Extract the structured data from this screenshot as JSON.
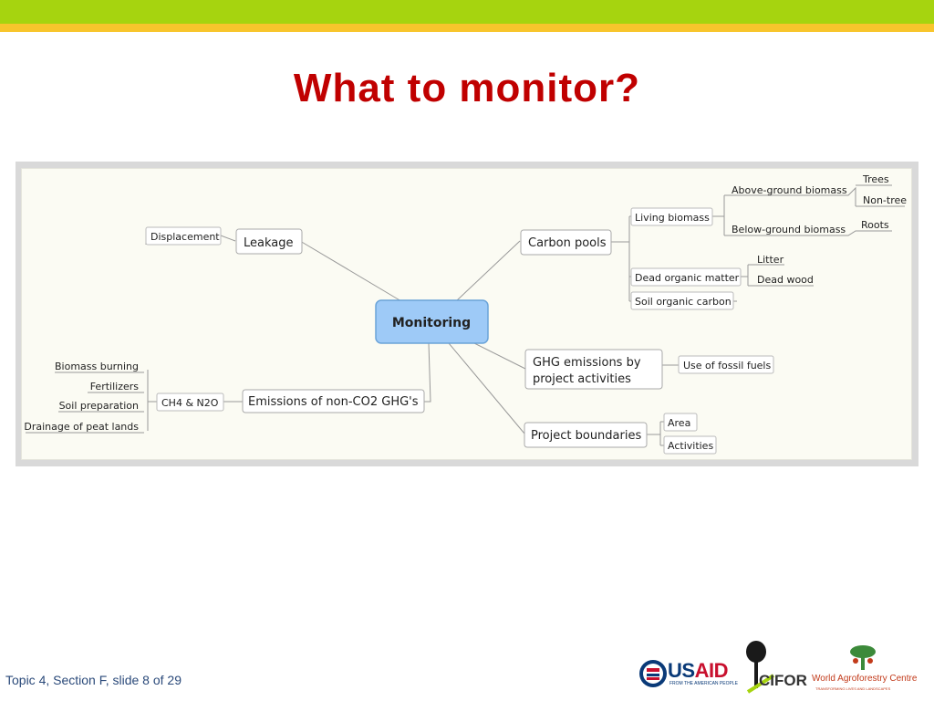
{
  "slide": {
    "title": "What to monitor?",
    "footer": "Topic 4, Section F, slide 8 of 29",
    "colors": {
      "title": "#c00000",
      "top_bar": "#a6d40f",
      "accent_bar": "#f8c52c",
      "central_node": "#9ecaf7"
    }
  },
  "mindmap": {
    "center": "Monitoring",
    "leakage": {
      "label": "Leakage",
      "child": "Displacement"
    },
    "carbon_pools": {
      "label": "Carbon pools",
      "living_biomass": "Living biomass",
      "above_ground": "Above-ground biomass",
      "trees": "Trees",
      "non_tree": "Non-tree",
      "below_ground": "Below-ground biomass",
      "roots": "Roots",
      "dead_organic": "Dead organic matter",
      "litter": "Litter",
      "dead_wood": "Dead wood",
      "soil_organic": "Soil organic carbon"
    },
    "ghg": {
      "line1": "GHG emissions by",
      "line2": "project activities",
      "child": "Use of fossil fuels"
    },
    "boundaries": {
      "label": "Project boundaries",
      "area": "Area",
      "activities": "Activities"
    },
    "non_co2": {
      "label": "Emissions of non-CO2 GHG's",
      "ch4": "CH4 & N2O",
      "items": [
        "Biomass burning",
        "Fertilizers",
        "Soil preparation",
        "Drainage of peat lands"
      ]
    }
  },
  "logos": {
    "usaid_us": "US",
    "usaid_aid": "AID",
    "usaid_tagline": "FROM THE AMERICAN PEOPLE",
    "cifor": "CIFOR",
    "wac": "World Agroforestry Centre",
    "wac_tagline": "TRANSFORMING LIVES AND LANDSCAPES"
  }
}
